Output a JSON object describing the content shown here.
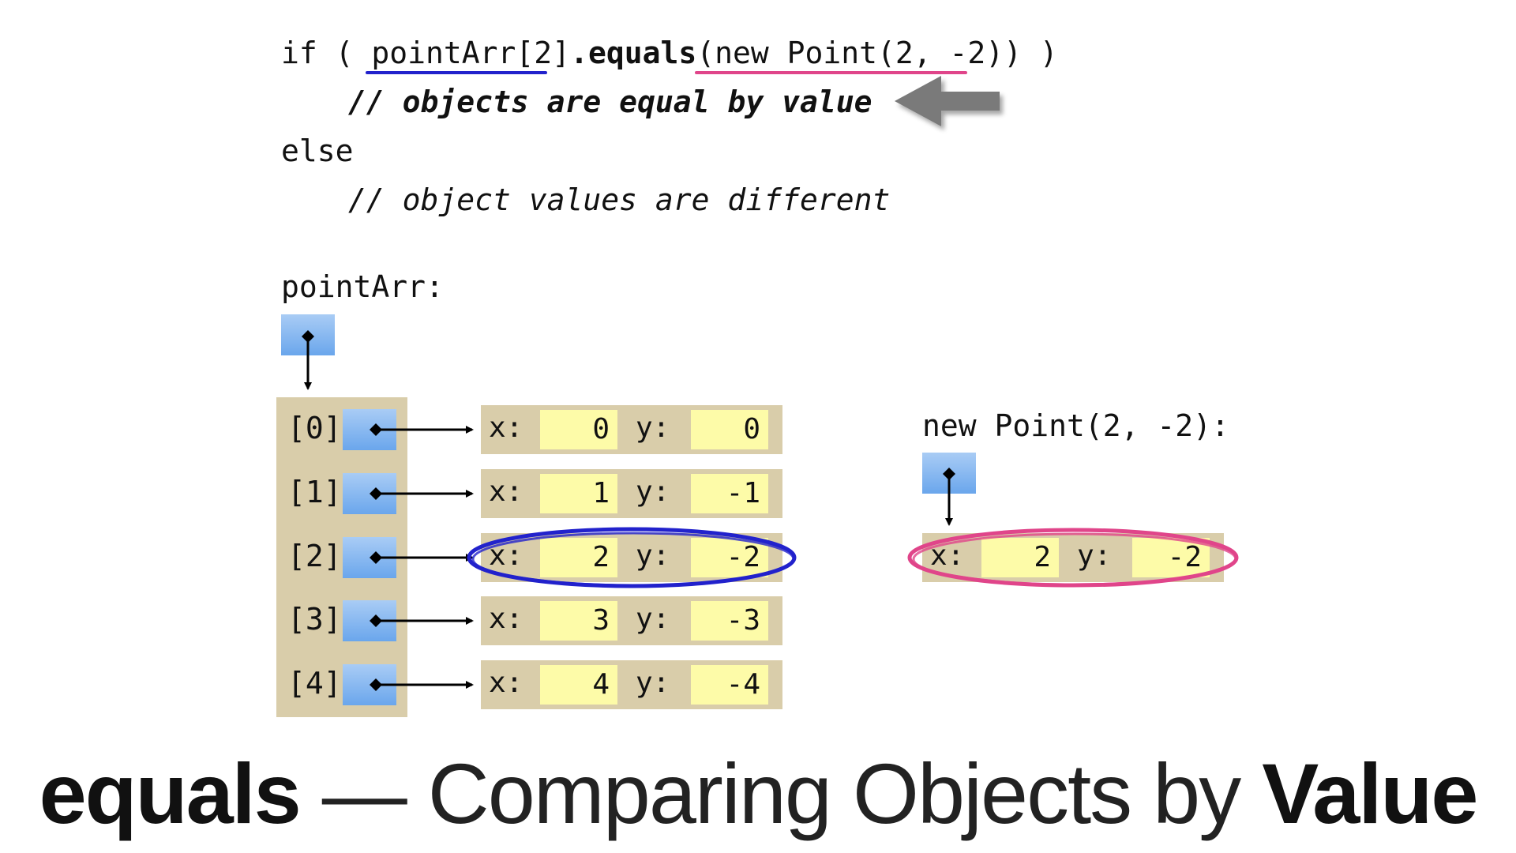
{
  "code": {
    "line1_prefix": "if ( ",
    "line1_receiver": "pointArr[2]",
    "line1_method": ".equals",
    "line1_arg_open": "(",
    "line1_arg": "new Point(2, -2)",
    "line1_suffix": ") )",
    "line2_comment": "// objects are equal by value",
    "line3": "else",
    "line4_comment": "// object values are different"
  },
  "array": {
    "label": "pointArr:",
    "indices": [
      "[0]",
      "[1]",
      "[2]",
      "[3]",
      "[4]"
    ],
    "x_label": "x:",
    "y_label": "y:",
    "points": [
      {
        "x": "0",
        "y": "0"
      },
      {
        "x": "1",
        "y": "-1"
      },
      {
        "x": "2",
        "y": "-2"
      },
      {
        "x": "3",
        "y": "-3"
      },
      {
        "x": "4",
        "y": "-4"
      }
    ]
  },
  "new_point": {
    "label": "new Point(2, -2):",
    "x_label": "x:",
    "y_label": "y:",
    "x": "2",
    "y": "-2"
  },
  "title": {
    "bold_left": "equals",
    "dash": " — ",
    "light": "Comparing Objects by ",
    "bold_right": "Value"
  },
  "colors": {
    "blue_highlight": "#2222cc",
    "pink_highlight": "#e0458a",
    "ref_box": "#7fb2ee",
    "frame_tan": "#d9cdaa",
    "value_yellow": "#fdfba8"
  }
}
